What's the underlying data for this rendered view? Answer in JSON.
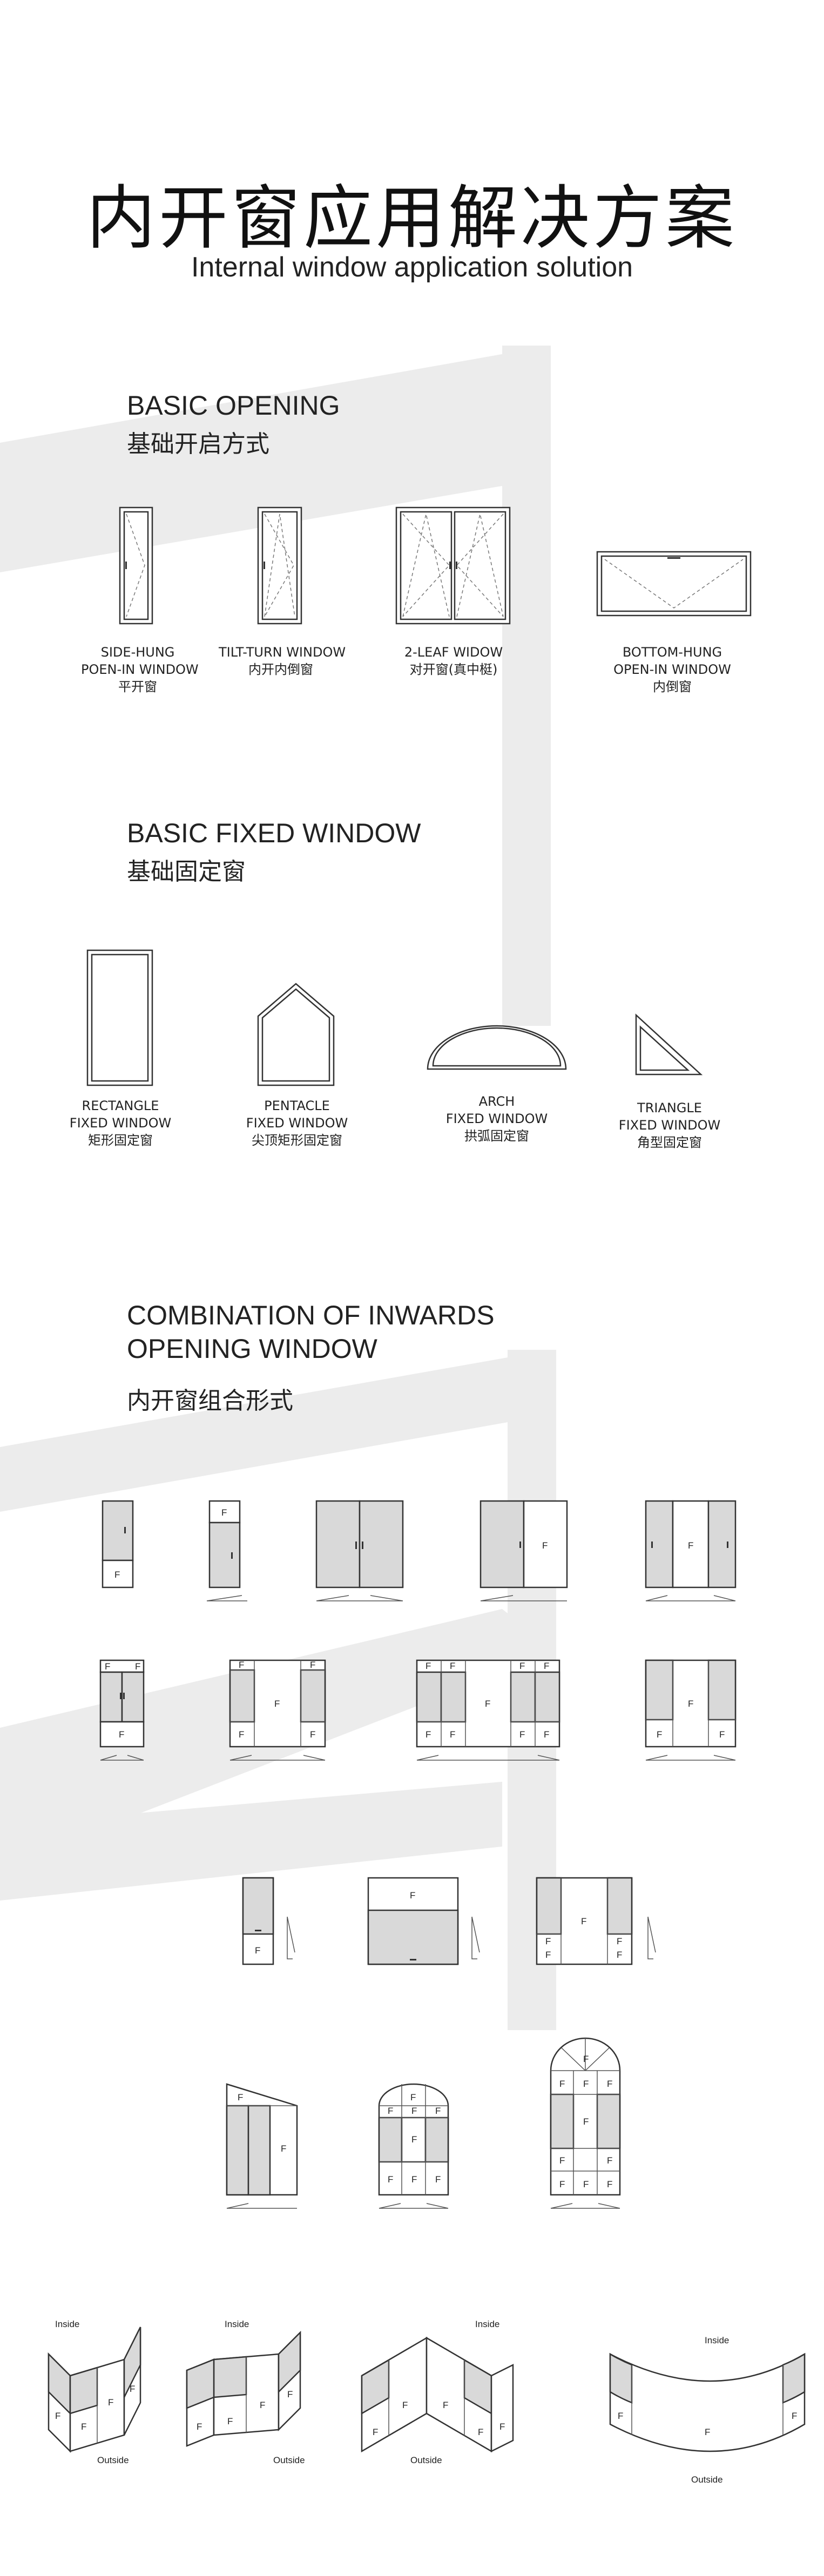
{
  "header": {
    "title_cn": "内开窗应用解决方案",
    "title_en": "Internal window application solution"
  },
  "basic_opening": {
    "title_en": "BASIC OPENING",
    "title_cn": "基础开启方式",
    "items": [
      {
        "line1": "SIDE-HUNG",
        "line2": "POEN-IN WINDOW",
        "line3": "平开窗"
      },
      {
        "line1": "TILT-TURN WINDOW",
        "line2": "内开内倒窗",
        "line3": ""
      },
      {
        "line1": "2-LEAF WIDOW",
        "line2": "对开窗(真中梃)",
        "line3": ""
      },
      {
        "line1": "BOTTOM-HUNG",
        "line2": "OPEN-IN WINDOW",
        "line3": "内倒窗"
      }
    ]
  },
  "basic_fixed": {
    "title_en": "BASIC FIXED WINDOW",
    "title_cn": "基础固定窗",
    "items": [
      {
        "line1": "RECTANGLE",
        "line2": "FIXED WINDOW",
        "line3": "矩形固定窗"
      },
      {
        "line1": "PENTACLE",
        "line2": "FIXED WINDOW",
        "line3": "尖顶矩形固定窗"
      },
      {
        "line1": "ARCH",
        "line2": "FIXED WINDOW",
        "line3": "拱弧固定窗"
      },
      {
        "line1": "TRIANGLE",
        "line2": "FIXED WINDOW",
        "line3": "角型固定窗"
      }
    ]
  },
  "combination": {
    "title_en_line1": "COMBINATION OF INWARDS",
    "title_en_line2": "OPENING WINDOW",
    "title_cn": "内开窗组合形式",
    "fixed_label": "F",
    "inside_label": "Inside",
    "outside_label": "Outside"
  },
  "colors": {
    "glass_shaded": "#d9d9d9",
    "watermark": "#ececec",
    "line": "#333333"
  }
}
